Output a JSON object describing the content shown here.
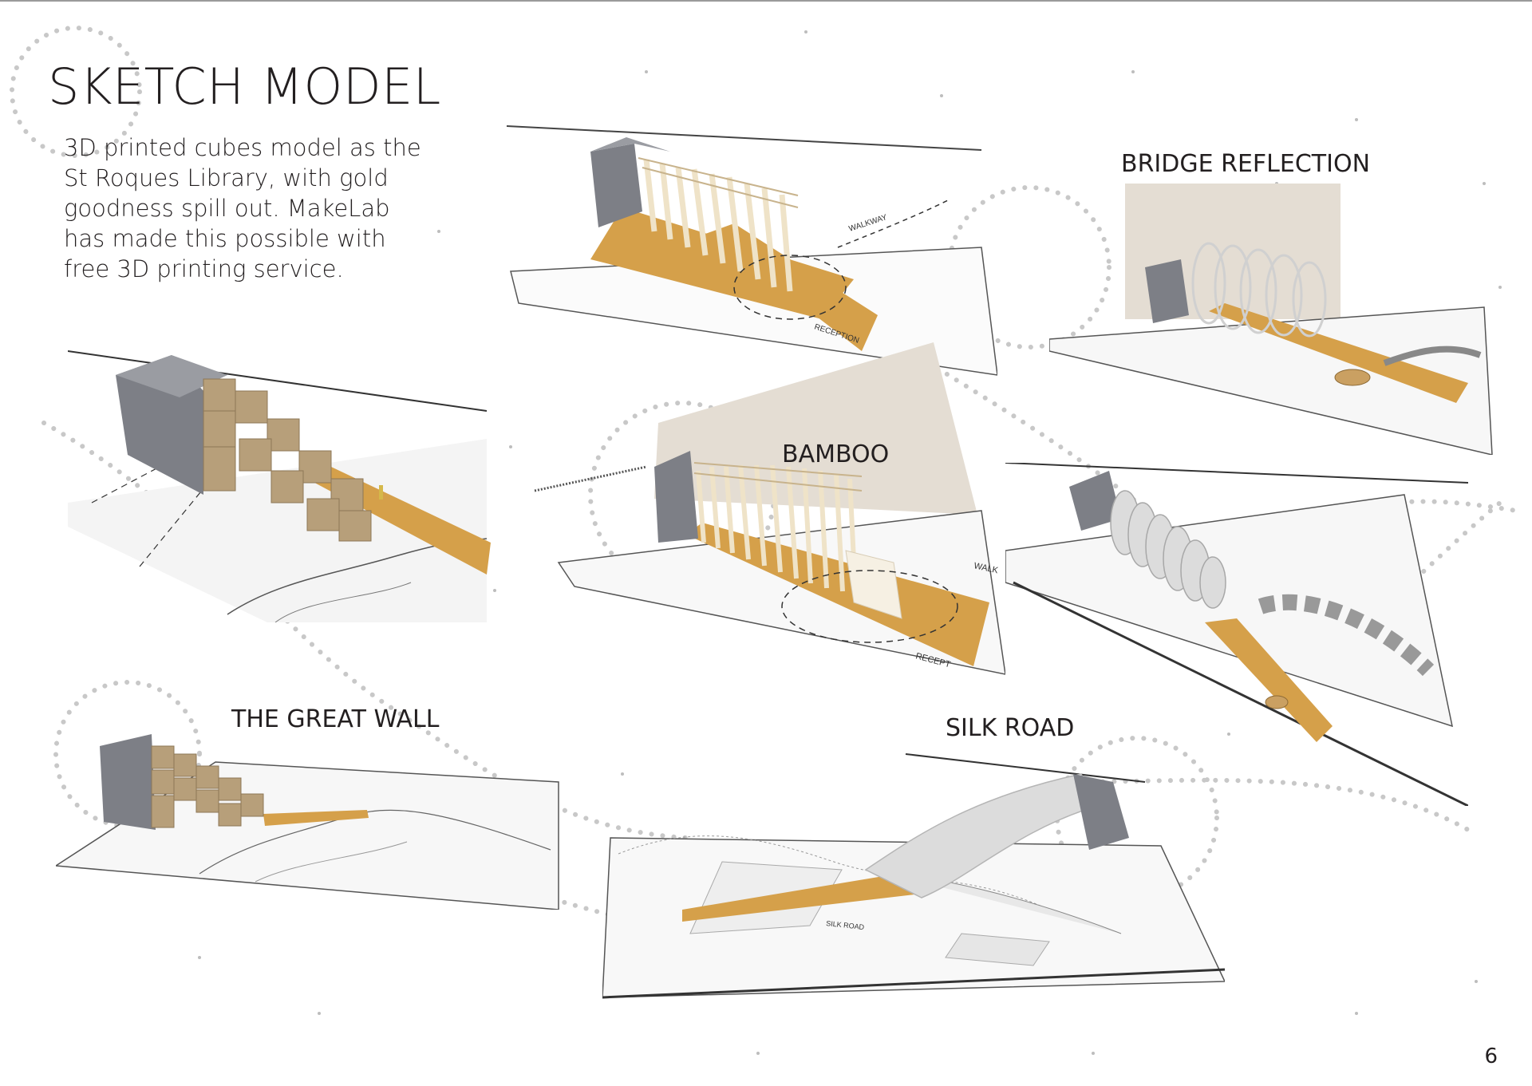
{
  "page": {
    "title": "SKETCH MODEL",
    "description_lines": [
      "3D printed cubes model as the",
      "St Roques Library, with gold",
      "goodness spill out. MakeLab",
      "has made this possible with",
      "free 3D printing service."
    ],
    "page_number": "6"
  },
  "photos": {
    "great_wall": {
      "label": "THE GREAT WALL"
    },
    "bamboo": {
      "label": "BAMBOO"
    },
    "bridge_reflection": {
      "label": "BRIDGE REFLECTION"
    },
    "silk_road": {
      "label": "SILK ROAD"
    },
    "model_annotations": {
      "reception": "RECEPTION",
      "recept": "RECEPT",
      "walkway": "WALKWAY",
      "walk": "WALK",
      "silk_road_map": "SILK ROAD"
    }
  },
  "colors": {
    "text": "#231f20",
    "cube_grey": "#7d7f86",
    "wood": "#d5a04a",
    "bamboo": "#efe3c8",
    "backdrop": "#e4ddd3",
    "dots": "#bdbdbd"
  }
}
